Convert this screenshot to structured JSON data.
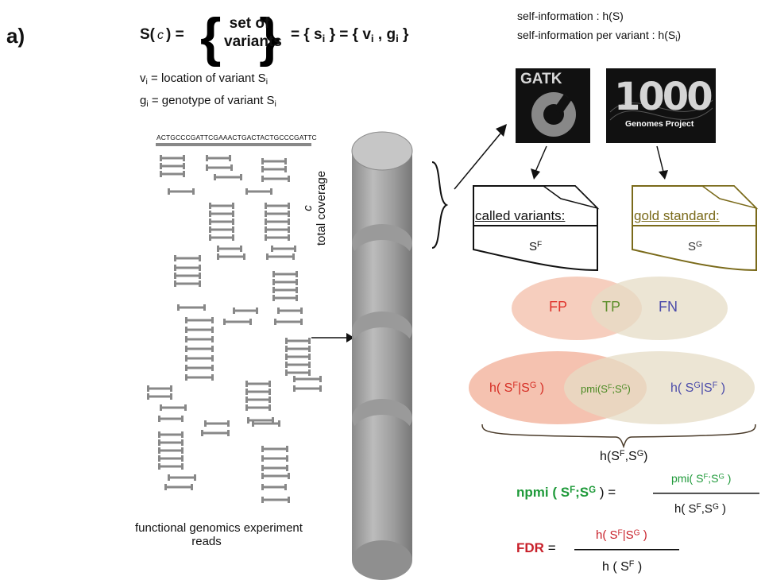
{
  "panel_label": "a)",
  "equation": {
    "lhs": "S(",
    "lhs_var": "c",
    "lhs_close": ") =",
    "brace_text_1": "set of",
    "brace_text_2": "variants",
    "rhs_1": "= { s",
    "rhs_1_sub": "i",
    "rhs_2": "} = { v",
    "rhs_2_sub": "i",
    "rhs_3": ", g",
    "rhs_3_sub": "i",
    "rhs_4": "}"
  },
  "definitions": {
    "v_sym": "v",
    "v_sub": "i",
    "v_text": " = location of variant S",
    "v_text_sub": "i",
    "g_sym": "g",
    "g_sub": "i",
    "g_text": " = genotype of variant S",
    "g_text_sub": "i"
  },
  "info": {
    "line1": "self-information : h(S)",
    "line2": "self-information per variant : h(S",
    "line2_sub": "i",
    "line2_end": ")"
  },
  "reference_sequence": "ACTGCCCGATTCGAAACTGACTACTGCCCGATTC",
  "reads_caption_1": "functional genomics experiment",
  "reads_caption_2": "reads",
  "coverage_var": "c",
  "coverage_label": "total coverage",
  "logos": {
    "gatk": "GATK",
    "genomes_digits": "1000",
    "genomes_caption": "Genomes Project"
  },
  "docs": {
    "called_title": "called variants:",
    "called_sym": "S",
    "called_sup": "F",
    "gold_title": "gold standard:",
    "gold_sym": "S",
    "gold_sup": "G"
  },
  "venn1": {
    "fp": "FP",
    "tp": "TP",
    "fn": "FN"
  },
  "venn2": {
    "left": "h( S",
    "left_sup1": "F",
    "left_mid": "|S",
    "left_sup2": "G",
    "left_end": " )",
    "mid": "pmi(S",
    "mid_sup1": "F",
    "mid_mid": ";S",
    "mid_sup2": "G",
    "mid_end": ")",
    "right": "h( S",
    "right_sup1": "G",
    "right_mid": "|S",
    "right_sup2": "F",
    "right_end": " )"
  },
  "joint": {
    "text": "h(S",
    "sup1": "F",
    "mid": ",S",
    "sup2": "G",
    "end": ")"
  },
  "npmi": {
    "label": "npmi ( S",
    "label_sup1": "F",
    "label_mid": ";S",
    "label_sup2": "G",
    "label_end": " ) =",
    "num": "pmi( S",
    "num_sup1": "F",
    "num_mid": ";S",
    "num_sup2": "G",
    "num_end": " )",
    "den": "h( S",
    "den_sup1": "F",
    "den_mid": ",S",
    "den_sup2": "G",
    "den_end": " )"
  },
  "fdr": {
    "label": "FDR",
    "eq": "=",
    "num": "h( S",
    "num_sup1": "F",
    "num_mid": "|S",
    "num_sup2": "G",
    "num_end": " )",
    "den": "h ( S",
    "den_sup": "F",
    "den_end": " )"
  },
  "colors": {
    "fp_red": "#e0342c",
    "tp_green": "#5e8f2d",
    "fn_purple": "#4b4baa",
    "gold_olive": "#7a6a1a",
    "npmi_green": "#1f9a3a",
    "fdr_red": "#c8202a",
    "read_gray": "#888888"
  }
}
